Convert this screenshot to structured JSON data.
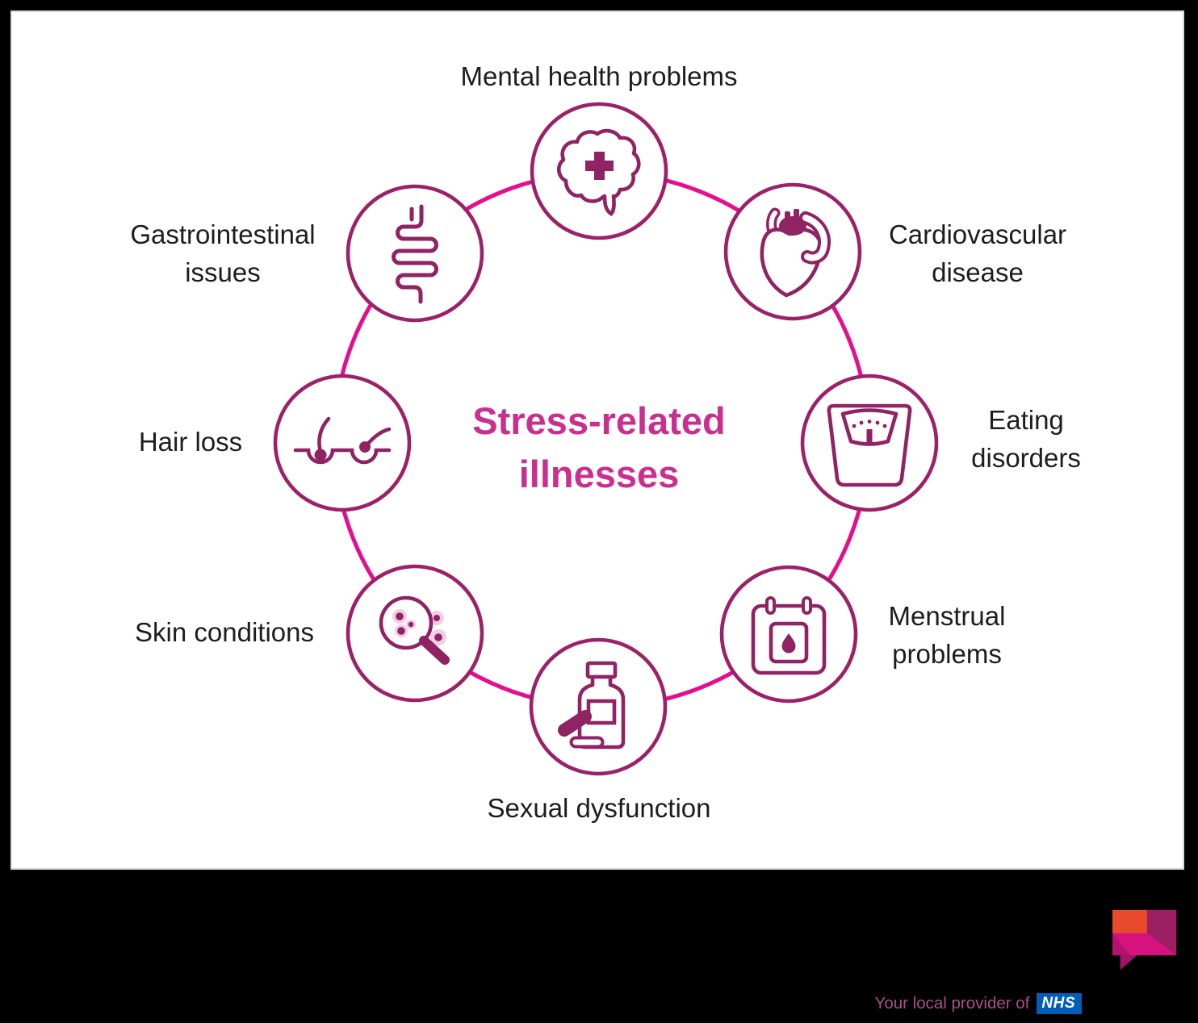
{
  "diagram": {
    "title": {
      "line1": "Stress-related",
      "line2": "illnesses"
    },
    "nodes": [
      {
        "id": "mental-health",
        "icon": "brain-cross-icon",
        "label_lines": [
          "Mental health problems"
        ]
      },
      {
        "id": "gastrointestinal",
        "icon": "intestines-icon",
        "label_lines": [
          "Gastrointestinal",
          "issues"
        ]
      },
      {
        "id": "cardiovascular",
        "icon": "anatomical-heart-icon",
        "label_lines": [
          "Cardiovascular",
          "disease"
        ]
      },
      {
        "id": "hair-loss",
        "icon": "hair-follicle-icon",
        "label_lines": [
          "Hair loss"
        ]
      },
      {
        "id": "eating-disorders",
        "icon": "weighing-scale-icon",
        "label_lines": [
          "Eating",
          "disorders"
        ]
      },
      {
        "id": "skin-conditions",
        "icon": "magnifier-spots-icon",
        "label_lines": [
          "Skin conditions"
        ]
      },
      {
        "id": "menstrual-problems",
        "icon": "calendar-drop-icon",
        "label_lines": [
          "Menstrual",
          "problems"
        ]
      },
      {
        "id": "sexual-dysfunction",
        "icon": "pill-bottle-icon",
        "label_lines": [
          "Sexual dysfunction"
        ]
      }
    ]
  },
  "footer": {
    "tagline": "Your local provider of",
    "nhs_logo_text": "NHS"
  },
  "colors": {
    "background": "#000000",
    "panel": "#ffffff",
    "ring_pink": "#e60d8f",
    "node_stroke": "#9c2168",
    "icon_plum": "#8f2363",
    "title_pink": "#ca2f90",
    "label_text": "#1d1d1b",
    "tagline_pink": "#a85088",
    "nhs_blue": "#005eb8",
    "logo_orange": "#e84b2c",
    "logo_magenta": "#d5127d",
    "logo_dark_fold": "#9c1e63",
    "logo_tail": "#a21468"
  }
}
